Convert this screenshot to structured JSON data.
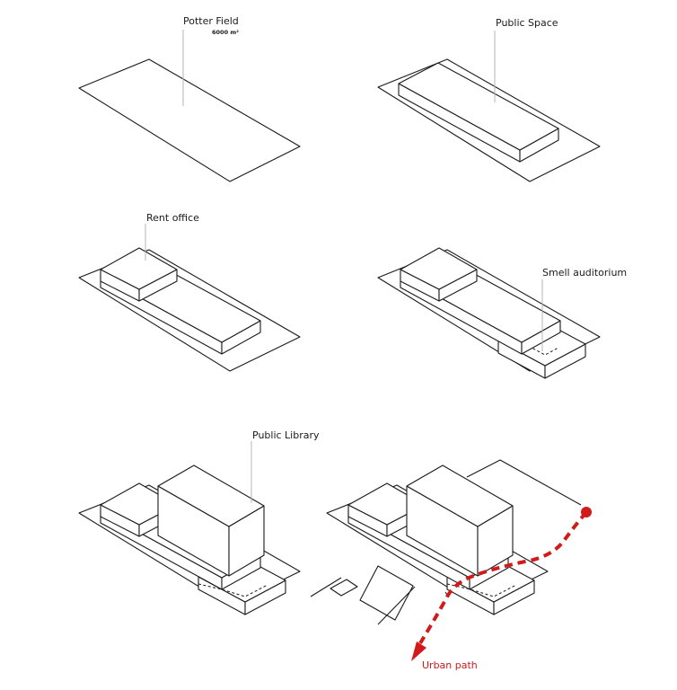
{
  "labels": {
    "potter_field": "Potter Field",
    "potter_area": "6000 m²",
    "public_space": "Public Space",
    "rent_office": "Rent office",
    "small_auditorium": "Smell auditorium",
    "public_library": "Public Library",
    "urban_path": "Urban path"
  },
  "colors": {
    "line": "#1a1a1a",
    "leader": "#b5b5b5",
    "accent": "#d11a1a"
  }
}
